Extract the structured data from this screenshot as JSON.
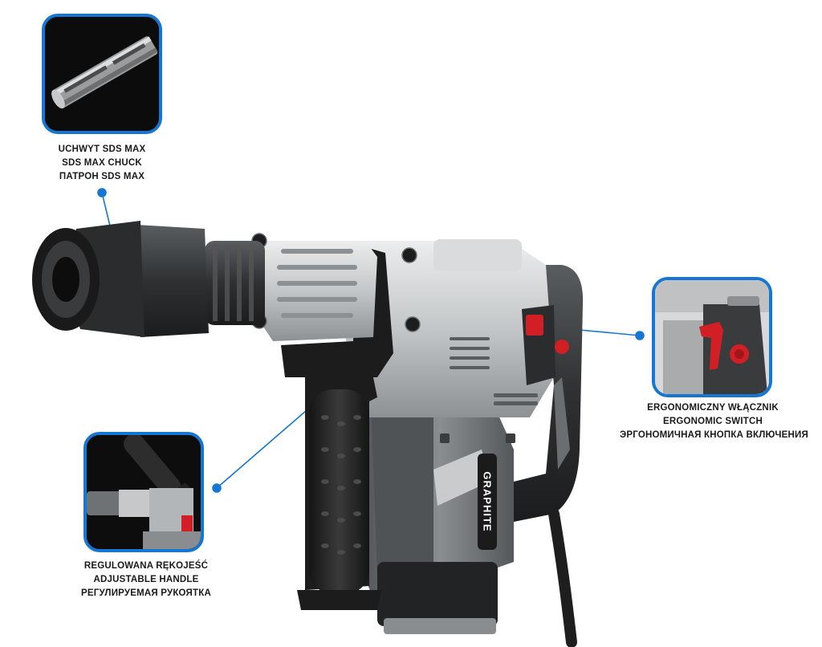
{
  "callouts": {
    "chuck": {
      "lines": [
        "UCHWYT SDS MAX",
        "SDS MAX CHUCK",
        "ПАТРОН SDS MAX"
      ],
      "icon": "sds-max-bit"
    },
    "switch": {
      "lines": [
        "ERGONOMICZNY WŁĄCZNIK",
        "ERGONOMIC SWITCH",
        "ЭРГОНОМИЧНАЯ КНОПКА ВКЛЮЧЕНИЯ"
      ],
      "icon": "trigger-switch"
    },
    "handle": {
      "lines": [
        "REGULOWANA RĘKOJEŚĆ",
        "ADJUSTABLE HANDLE",
        "РЕГУЛИРУЕМАЯ РУКОЯТКА"
      ],
      "icon": "auxiliary-handle"
    }
  },
  "product": {
    "brand": "GRAPHITE"
  },
  "colors": {
    "accent_blue": "#1577d1",
    "body_silver": "#c9cbcd",
    "body_grey": "#6e7175",
    "rubber_black": "#2a2a2b",
    "switch_red": "#d21f26"
  }
}
